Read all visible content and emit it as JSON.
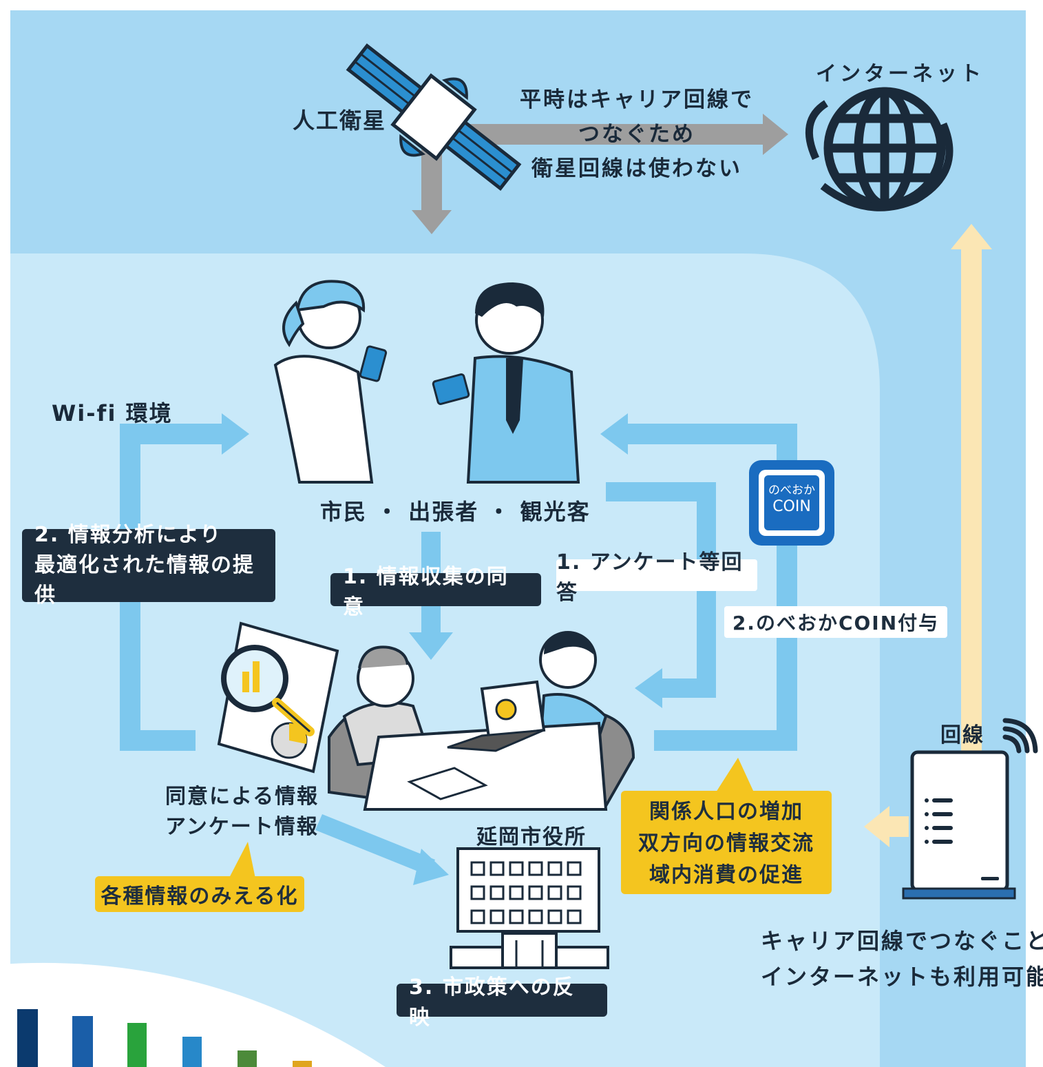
{
  "satellite": {
    "label": "人工衛星"
  },
  "normal_time_note": [
    "平時はキャリア回線で",
    "つなぐため",
    "衛星回線は使わない"
  ],
  "internet": {
    "label": "インターネット"
  },
  "wifi": {
    "label": "Wi-fi 環境"
  },
  "users": {
    "label": "市民 ・ 出張者 ・ 観光客"
  },
  "steps": {
    "info_analysis": [
      "2. 情報分析により",
      "最適化された情報の提供"
    ],
    "consent": "1. 情報収集の同意",
    "survey": "1. アンケート等回答",
    "coin_grant": "2.のべおかCOIN付与",
    "policy": "3. 市政策への反映"
  },
  "coin_logo": {
    "line1": "のべおか",
    "line2": "COIN"
  },
  "consent_info": [
    "同意による情報",
    "アンケート情報"
  ],
  "visualize": "各種情報のみえる化",
  "city_hall": {
    "label": "延岡市役所"
  },
  "benefits": [
    "関係人口の増加",
    "双方向の情報交流",
    "域内消費の促進"
  ],
  "router": {
    "label": "回線"
  },
  "carrier_note": [
    "キャリア回線でつなぐことで",
    "インターネットも利用可能"
  ],
  "colors": {
    "sky_band": "#a6d8f3",
    "inner_area": "#c9e9f9",
    "arrow_blue": "#7dc8ee",
    "arrow_gray": "#9e9e9e",
    "arrow_cream": "#fbe6b4",
    "dark_label": "#1e2e3e",
    "yellow_label": "#f4c51f",
    "coin_blue": "#1a6cc0"
  }
}
